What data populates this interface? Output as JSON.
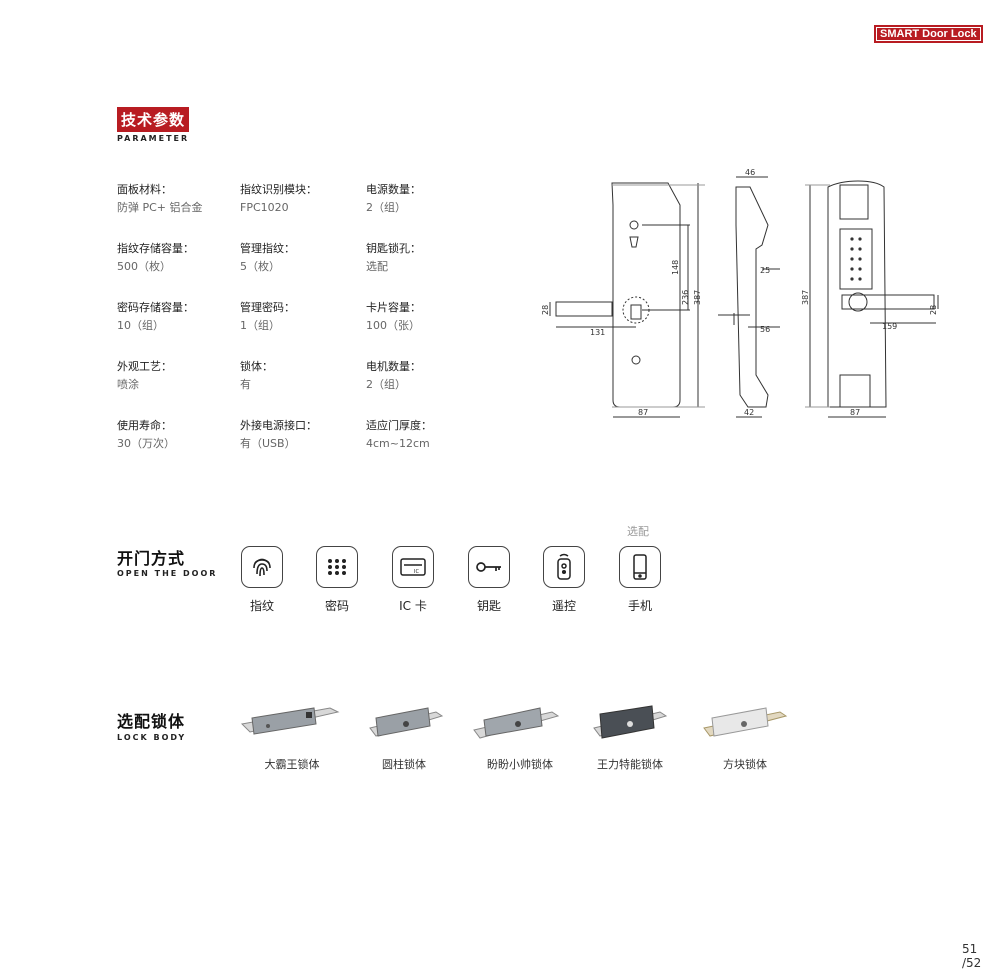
{
  "header": {
    "badge": "SMART Door Lock"
  },
  "parameter": {
    "title": "技术参数",
    "subtitle": "PARAMETER",
    "items": [
      {
        "label": "面板材料：",
        "value": "防弹 PC+ 铝合金"
      },
      {
        "label": "指纹识别模块：",
        "value": "FPC1020"
      },
      {
        "label": "电源数量：",
        "value": "2（组）"
      },
      {
        "label": "指纹存储容量：",
        "value": "500（枚）"
      },
      {
        "label": "管理指纹：",
        "value": "5（枚）"
      },
      {
        "label": "钥匙锁孔：",
        "value": "选配"
      },
      {
        "label": "密码存储容量：",
        "value": "10（组）"
      },
      {
        "label": "管理密码：",
        "value": "1（组）"
      },
      {
        "label": "卡片容量：",
        "value": "100（张）"
      },
      {
        "label": "外观工艺：",
        "value": "喷涂"
      },
      {
        "label": "锁体：",
        "value": "有"
      },
      {
        "label": "电机数量：",
        "value": "2（组）"
      },
      {
        "label": "使用寿命：",
        "value": "30（万次）"
      },
      {
        "label": "外接电源接口：",
        "value": "有（USB）"
      },
      {
        "label": "适应门厚度：",
        "value": "4cm~12cm"
      }
    ]
  },
  "diagram": {
    "dims": {
      "d46": "46",
      "d25": "25",
      "d148": "148",
      "d236": "236",
      "d387a": "387",
      "d387b": "387",
      "d28a": "28",
      "d131": "131",
      "d56": "56",
      "d159": "159",
      "d28b": "28",
      "d87a": "87",
      "d42": "42",
      "d87b": "87"
    }
  },
  "open_door": {
    "title": "开门方式",
    "subtitle": "OPEN THE DOOR",
    "optional_note": "选配",
    "methods": [
      {
        "label": "指纹",
        "icon": "fingerprint-icon"
      },
      {
        "label": "密码",
        "icon": "keypad-icon"
      },
      {
        "label": "IC 卡",
        "icon": "ic-card-icon"
      },
      {
        "label": "钥匙",
        "icon": "key-icon"
      },
      {
        "label": "遥控",
        "icon": "remote-icon"
      },
      {
        "label": "手机",
        "icon": "phone-icon"
      }
    ]
  },
  "lock_body": {
    "title": "选配锁体",
    "subtitle": "LOCK BODY",
    "items": [
      {
        "label": "大霸王锁体"
      },
      {
        "label": "圆柱锁体"
      },
      {
        "label": "盼盼小帅锁体"
      },
      {
        "label": "王力特能锁体"
      },
      {
        "label": "方块锁体"
      }
    ]
  },
  "footer": {
    "page": "51 /52"
  }
}
